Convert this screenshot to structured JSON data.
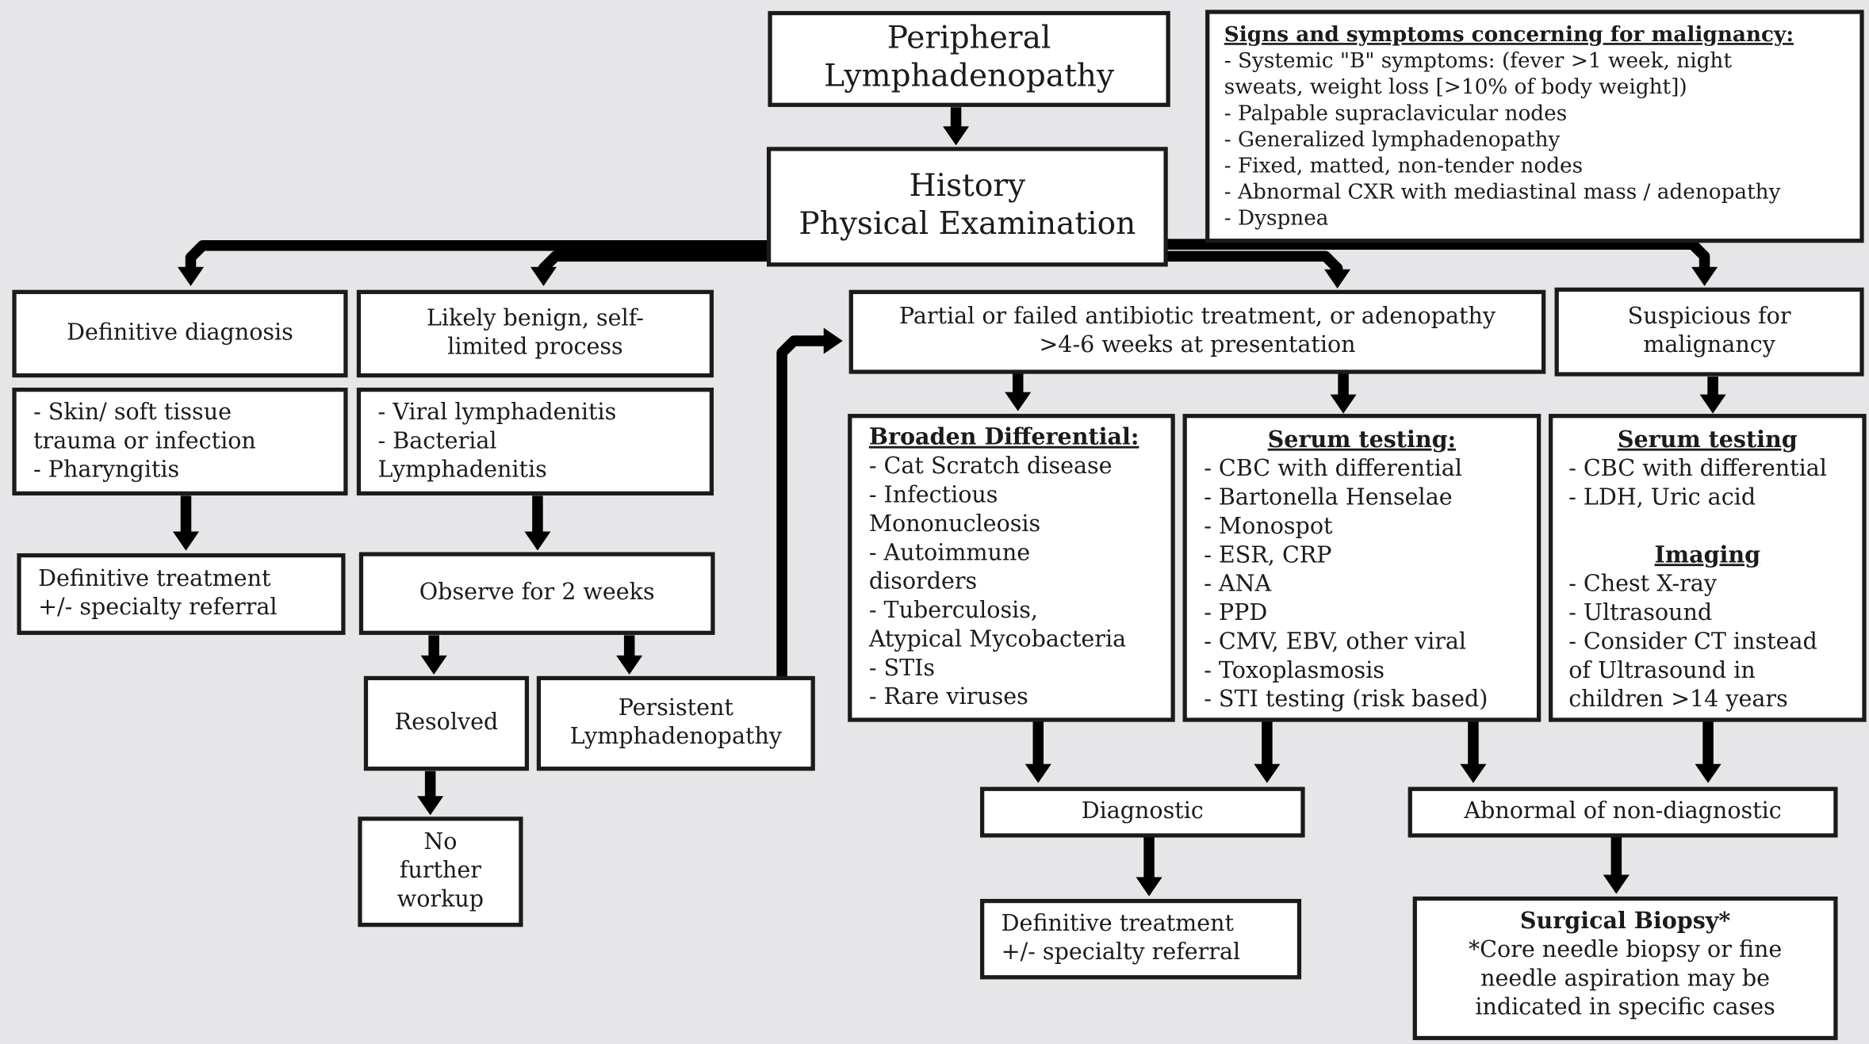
{
  "boxes": {
    "peripheral": {
      "lines": [
        "Peripheral",
        "Lymphadenopathy"
      ]
    },
    "history": {
      "lines": [
        "History",
        "Physical Examination"
      ]
    },
    "signs": {
      "title": "Signs and symptoms concerning for malignancy:",
      "lines": [
        "- Systemic \"B\" symptoms: (fever >1 week, night",
        "sweats, weight loss [>10% of body weight])",
        "- Palpable supraclavicular nodes",
        "- Generalized lymphadenopathy",
        "- Fixed, matted, non-tender nodes",
        "- Abnormal CXR with mediastinal mass / adenopathy",
        "- Dyspnea"
      ]
    },
    "definitive_dx": {
      "lines": [
        "Definitive diagnosis"
      ]
    },
    "likely_benign": {
      "lines": [
        "Likely benign, self-",
        "limited process"
      ]
    },
    "partial_failed": {
      "lines": [
        "Partial or failed antibiotic treatment, or adenopathy",
        ">4-6 weeks at presentation"
      ]
    },
    "suspicious": {
      "lines": [
        "Suspicious for",
        "malignancy"
      ]
    },
    "skin": {
      "lines": [
        "- Skin/ soft tissue",
        "trauma or infection",
        "- Pharyngitis"
      ]
    },
    "viral": {
      "lines": [
        "- Viral lymphadenitis",
        "- Bacterial",
        "Lymphadenitis"
      ]
    },
    "broaden": {
      "title": "Broaden Differential:",
      "lines": [
        "- Cat Scratch disease",
        "- Infectious",
        "Mononucleosis",
        "- Autoimmune",
        "disorders",
        "- Tuberculosis,",
        "Atypical Mycobacteria",
        "- STIs",
        "- Rare viruses"
      ]
    },
    "serum1": {
      "title": "Serum testing:",
      "lines": [
        "- CBC with differential",
        "- Bartonella Henselae",
        "- Monospot",
        "- ESR, CRP",
        "- ANA",
        "- PPD",
        "- CMV, EBV, other viral",
        "- Toxoplasmosis",
        "- STI testing (risk based)"
      ]
    },
    "serum2": {
      "title": "Serum testing",
      "lines": [
        "- CBC with differential",
        "- LDH, Uric acid"
      ],
      "title2": "Imaging",
      "lines2": [
        "- Chest X-ray",
        "- Ultrasound",
        "- Consider CT instead",
        "of Ultrasound in",
        "children >14 years"
      ]
    },
    "def_treatment_1": {
      "lines": [
        "Definitive treatment",
        "+/- specialty referral"
      ]
    },
    "observe": {
      "lines": [
        "Observe for 2 weeks"
      ]
    },
    "resolved": {
      "lines": [
        "Resolved"
      ]
    },
    "persistent": {
      "lines": [
        "Persistent",
        "Lymphadenopathy"
      ]
    },
    "no_further": {
      "lines": [
        "No",
        "further",
        "workup"
      ]
    },
    "diagnostic": {
      "lines": [
        "Diagnostic"
      ]
    },
    "abnormal": {
      "lines": [
        "Abnormal of non-diagnostic"
      ]
    },
    "def_treatment_2": {
      "lines": [
        "Definitive treatment",
        "+/- specialty referral"
      ]
    },
    "biopsy": {
      "title": "Surgical Biopsy*",
      "lines": [
        "*Core needle biopsy or fine",
        "needle aspiration may be",
        "indicated in specific cases"
      ]
    }
  }
}
